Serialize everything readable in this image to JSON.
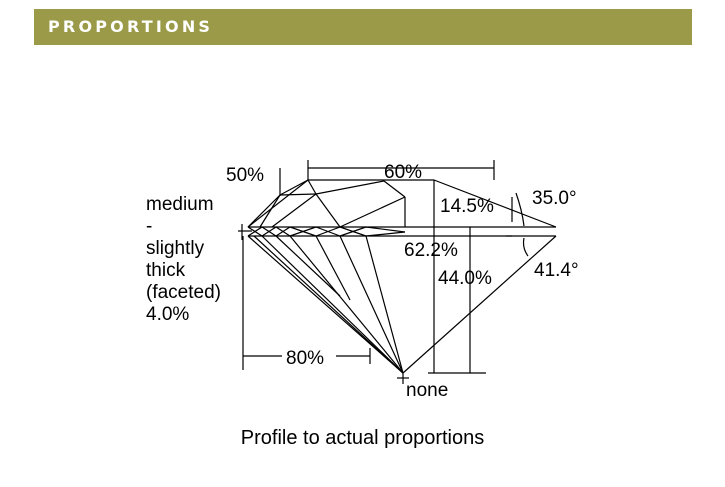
{
  "header": {
    "title": "PROPORTIONS",
    "color": "#9a9a48"
  },
  "diagram": {
    "table_pct": "50%",
    "table_width": "60%",
    "girdle_lines": [
      "medium",
      "-",
      "slightly",
      "thick",
      "(faceted)",
      "4.0%"
    ],
    "crown_height": "14.5%",
    "crown_angle": "35.0°",
    "total_depth": "62.2%",
    "pavilion_depth": "44.0%",
    "pavilion_angle": "41.4°",
    "lower_half": "80%",
    "culet": "none",
    "caption": "Profile to actual proportions"
  }
}
